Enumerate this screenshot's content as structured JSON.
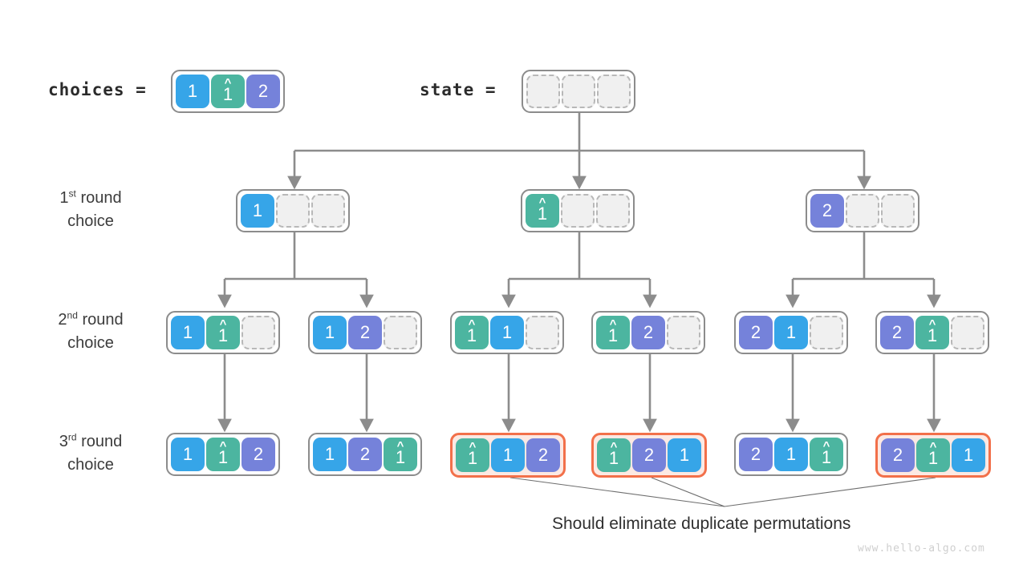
{
  "header": {
    "choices_label": "choices =",
    "state_label": "state ="
  },
  "colors": {
    "blue": "#36a5e8",
    "green": "#4cb5a0",
    "purple": "#7582da",
    "empty": "#f0f0f0",
    "border": "#8c8c8c",
    "highlight": "#f2704a",
    "highlight_fill": "#fce9e3",
    "edge": "#8c8c8c",
    "leader": "#5a5a5a",
    "text": "#2b2b2b",
    "watermark": "#cfcfcf"
  },
  "choices": {
    "cells": [
      {
        "value": "1",
        "color": "blue",
        "hat": false
      },
      {
        "value": "1",
        "color": "green",
        "hat": true
      },
      {
        "value": "2",
        "color": "purple",
        "hat": false
      }
    ]
  },
  "state": {
    "cells": [
      {
        "value": "",
        "color": "empty",
        "hat": false
      },
      {
        "value": "",
        "color": "empty",
        "hat": false
      },
      {
        "value": "",
        "color": "empty",
        "hat": false
      }
    ]
  },
  "rounds": [
    {
      "ordinal": "1",
      "suffix": "st",
      "word": "round",
      "line2": "choice"
    },
    {
      "ordinal": "2",
      "suffix": "nd",
      "word": "round",
      "line2": "choice"
    },
    {
      "ordinal": "3",
      "suffix": "rd",
      "word": "round",
      "line2": "choice"
    }
  ],
  "row1": [
    {
      "highlight": false,
      "cells": [
        {
          "value": "1",
          "color": "blue",
          "hat": false
        },
        {
          "value": "",
          "color": "empty",
          "hat": false
        },
        {
          "value": "",
          "color": "empty",
          "hat": false
        }
      ]
    },
    {
      "highlight": false,
      "cells": [
        {
          "value": "1",
          "color": "green",
          "hat": true
        },
        {
          "value": "",
          "color": "empty",
          "hat": false
        },
        {
          "value": "",
          "color": "empty",
          "hat": false
        }
      ]
    },
    {
      "highlight": false,
      "cells": [
        {
          "value": "2",
          "color": "purple",
          "hat": false
        },
        {
          "value": "",
          "color": "empty",
          "hat": false
        },
        {
          "value": "",
          "color": "empty",
          "hat": false
        }
      ]
    }
  ],
  "row2": [
    {
      "highlight": false,
      "cells": [
        {
          "value": "1",
          "color": "blue",
          "hat": false
        },
        {
          "value": "1",
          "color": "green",
          "hat": true
        },
        {
          "value": "",
          "color": "empty",
          "hat": false
        }
      ]
    },
    {
      "highlight": false,
      "cells": [
        {
          "value": "1",
          "color": "blue",
          "hat": false
        },
        {
          "value": "2",
          "color": "purple",
          "hat": false
        },
        {
          "value": "",
          "color": "empty",
          "hat": false
        }
      ]
    },
    {
      "highlight": false,
      "cells": [
        {
          "value": "1",
          "color": "green",
          "hat": true
        },
        {
          "value": "1",
          "color": "blue",
          "hat": false
        },
        {
          "value": "",
          "color": "empty",
          "hat": false
        }
      ]
    },
    {
      "highlight": false,
      "cells": [
        {
          "value": "1",
          "color": "green",
          "hat": true
        },
        {
          "value": "2",
          "color": "purple",
          "hat": false
        },
        {
          "value": "",
          "color": "empty",
          "hat": false
        }
      ]
    },
    {
      "highlight": false,
      "cells": [
        {
          "value": "2",
          "color": "purple",
          "hat": false
        },
        {
          "value": "1",
          "color": "blue",
          "hat": false
        },
        {
          "value": "",
          "color": "empty",
          "hat": false
        }
      ]
    },
    {
      "highlight": false,
      "cells": [
        {
          "value": "2",
          "color": "purple",
          "hat": false
        },
        {
          "value": "1",
          "color": "green",
          "hat": true
        },
        {
          "value": "",
          "color": "empty",
          "hat": false
        }
      ]
    }
  ],
  "row3": [
    {
      "highlight": false,
      "cells": [
        {
          "value": "1",
          "color": "blue",
          "hat": false
        },
        {
          "value": "1",
          "color": "green",
          "hat": true
        },
        {
          "value": "2",
          "color": "purple",
          "hat": false
        }
      ]
    },
    {
      "highlight": false,
      "cells": [
        {
          "value": "1",
          "color": "blue",
          "hat": false
        },
        {
          "value": "2",
          "color": "purple",
          "hat": false
        },
        {
          "value": "1",
          "color": "green",
          "hat": true
        }
      ]
    },
    {
      "highlight": true,
      "cells": [
        {
          "value": "1",
          "color": "green",
          "hat": true
        },
        {
          "value": "1",
          "color": "blue",
          "hat": false
        },
        {
          "value": "2",
          "color": "purple",
          "hat": false
        }
      ]
    },
    {
      "highlight": true,
      "cells": [
        {
          "value": "1",
          "color": "green",
          "hat": true
        },
        {
          "value": "2",
          "color": "purple",
          "hat": false
        },
        {
          "value": "1",
          "color": "blue",
          "hat": false
        }
      ]
    },
    {
      "highlight": false,
      "cells": [
        {
          "value": "2",
          "color": "purple",
          "hat": false
        },
        {
          "value": "1",
          "color": "blue",
          "hat": false
        },
        {
          "value": "1",
          "color": "green",
          "hat": true
        }
      ]
    },
    {
      "highlight": true,
      "cells": [
        {
          "value": "2",
          "color": "purple",
          "hat": false
        },
        {
          "value": "1",
          "color": "green",
          "hat": true
        },
        {
          "value": "1",
          "color": "blue",
          "hat": false
        }
      ]
    }
  ],
  "caption": "Should eliminate duplicate permutations",
  "watermark": "www.hello-algo.com"
}
